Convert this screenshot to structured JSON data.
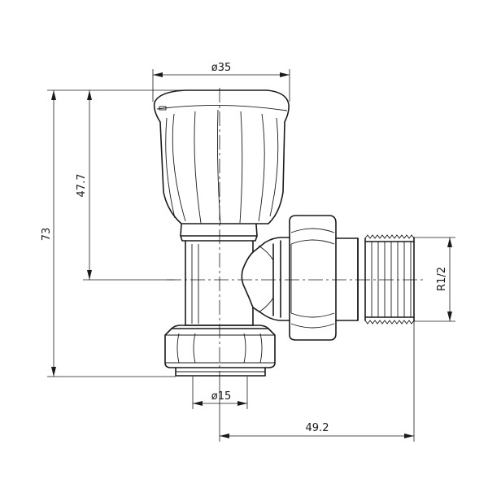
{
  "dimensions": {
    "knob_diameter": "ø35",
    "pipe_diameter": "ø15",
    "height_to_centre": "47.7",
    "overall_height": "73",
    "thread_size": "R1/2",
    "centre_to_thread_end": "49.2"
  }
}
